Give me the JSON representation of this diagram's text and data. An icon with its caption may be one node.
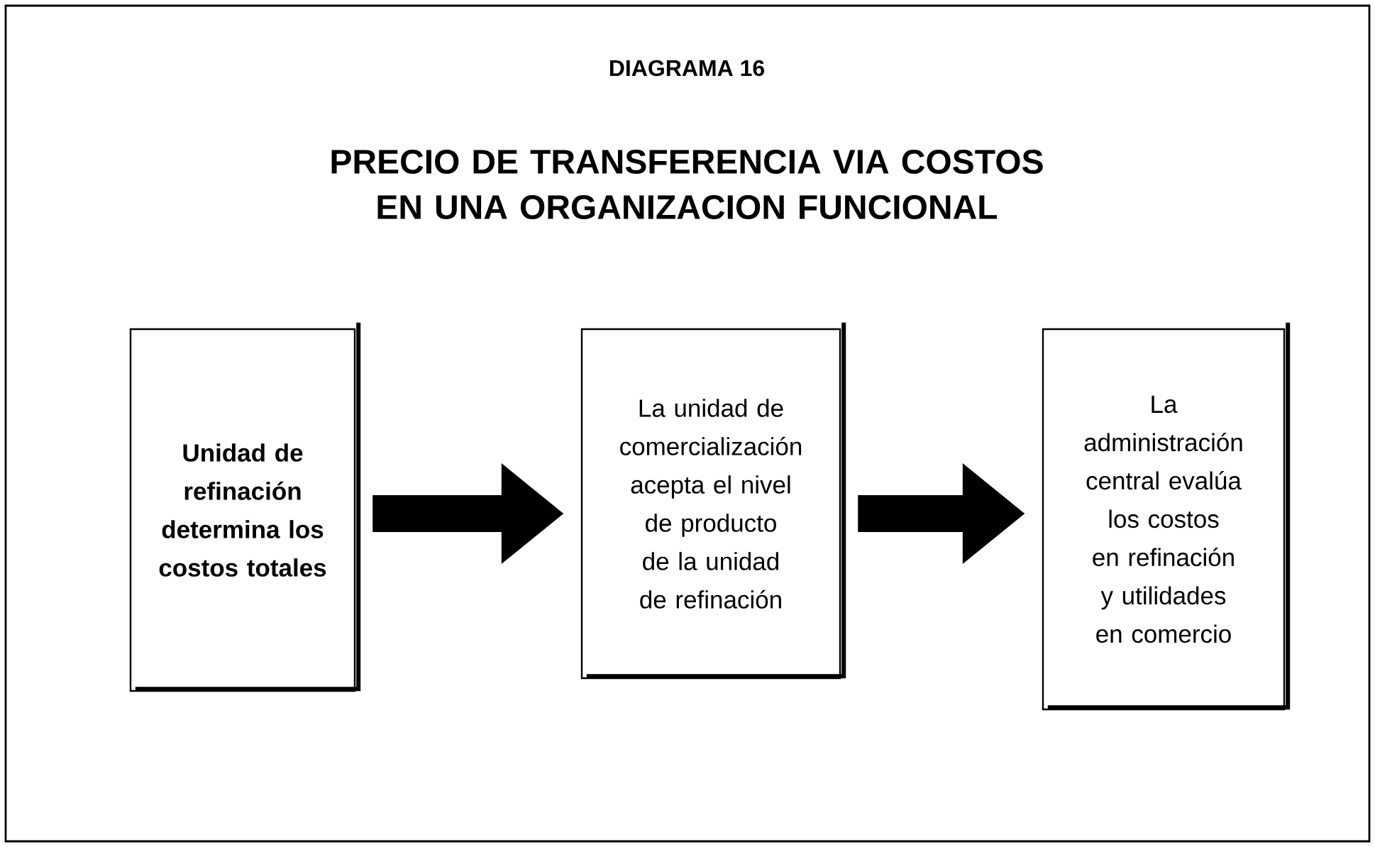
{
  "diagram": {
    "title": "PRECIO DE TRANSFERENCIA VIA COSTOS EN UNA ORGANIZACION FUNCIONAL",
    "nodes": [
      {
        "text": [
          "Unidad de refinación determina los costos totales"
        ]
      },
      {
        "text": [
          "La unidad de comercialización acepta el nivel de producto de la unidad de refinación"
        ]
      },
      {
        "text": [
          "La administración central evalúa los costos en refinación y utilidades en comercio"
        ]
      }
    ],
    "edges": [
      {
        "from": 0,
        "to": 1,
        "arrow": "to"
      },
      {
        "from": 1,
        "to": 2,
        "arrow": "to"
      }
    ],
    "labels": [
      "DIAGRAMA 16"
    ]
  }
}
